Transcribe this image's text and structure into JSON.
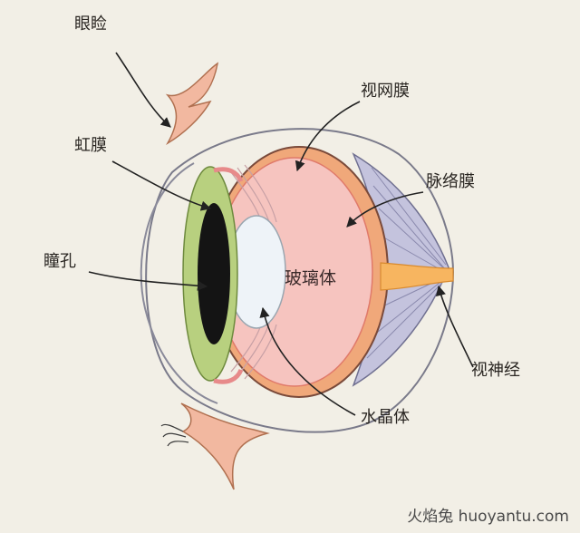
{
  "labels": {
    "eyelid": "眼睑",
    "retina": "视网膜",
    "iris": "虹膜",
    "choroid": "脉络膜",
    "pupil": "瞳孔",
    "vitreous": "玻璃体",
    "optic_nerve": "视神经",
    "lens": "水晶体"
  },
  "watermark": "火焰兔 huoyantu.com",
  "colors": {
    "background": "#f2efe6",
    "sclera_band": "#f0a87a",
    "vitreous": "#f6c4bf",
    "iris": "#b8d07f",
    "pupil": "#141414",
    "eyelid": "#f2b8a0",
    "optic_nerve": "#f7b560",
    "muscle": "#b8b8d6"
  }
}
